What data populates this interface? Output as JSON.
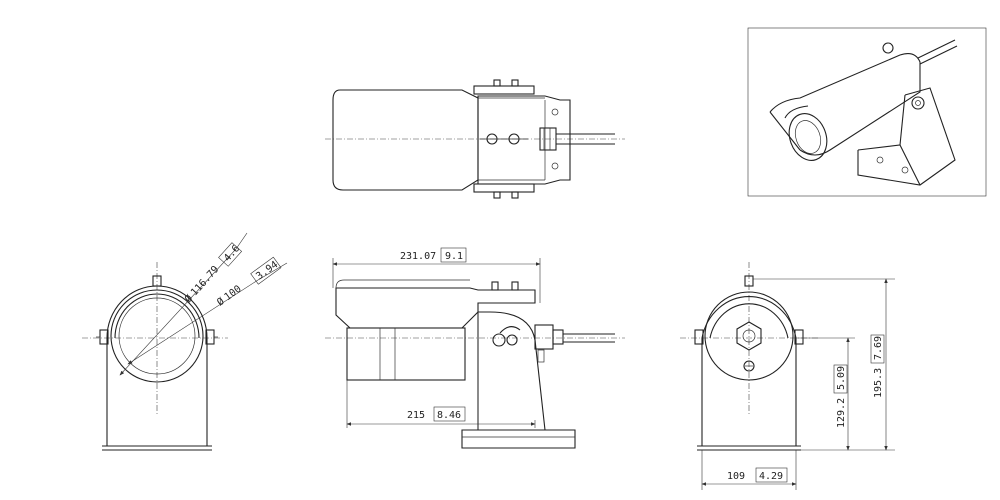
{
  "dimensions": {
    "overall_length": {
      "value": "231.07",
      "inch": "9.1"
    },
    "body_length": {
      "value": "215",
      "inch": "8.46"
    },
    "outer_diameter": {
      "value": "116.79",
      "inch": "4.6"
    },
    "inner_diameter": {
      "value": "100",
      "inch": "3.94"
    },
    "center_height": {
      "value": "129.2",
      "inch": "5.09"
    },
    "total_height": {
      "value": "195.3",
      "inch": "7.69"
    },
    "base_width": {
      "value": "109",
      "inch": "4.29"
    }
  },
  "symbols": {
    "diameter": "Ø"
  }
}
